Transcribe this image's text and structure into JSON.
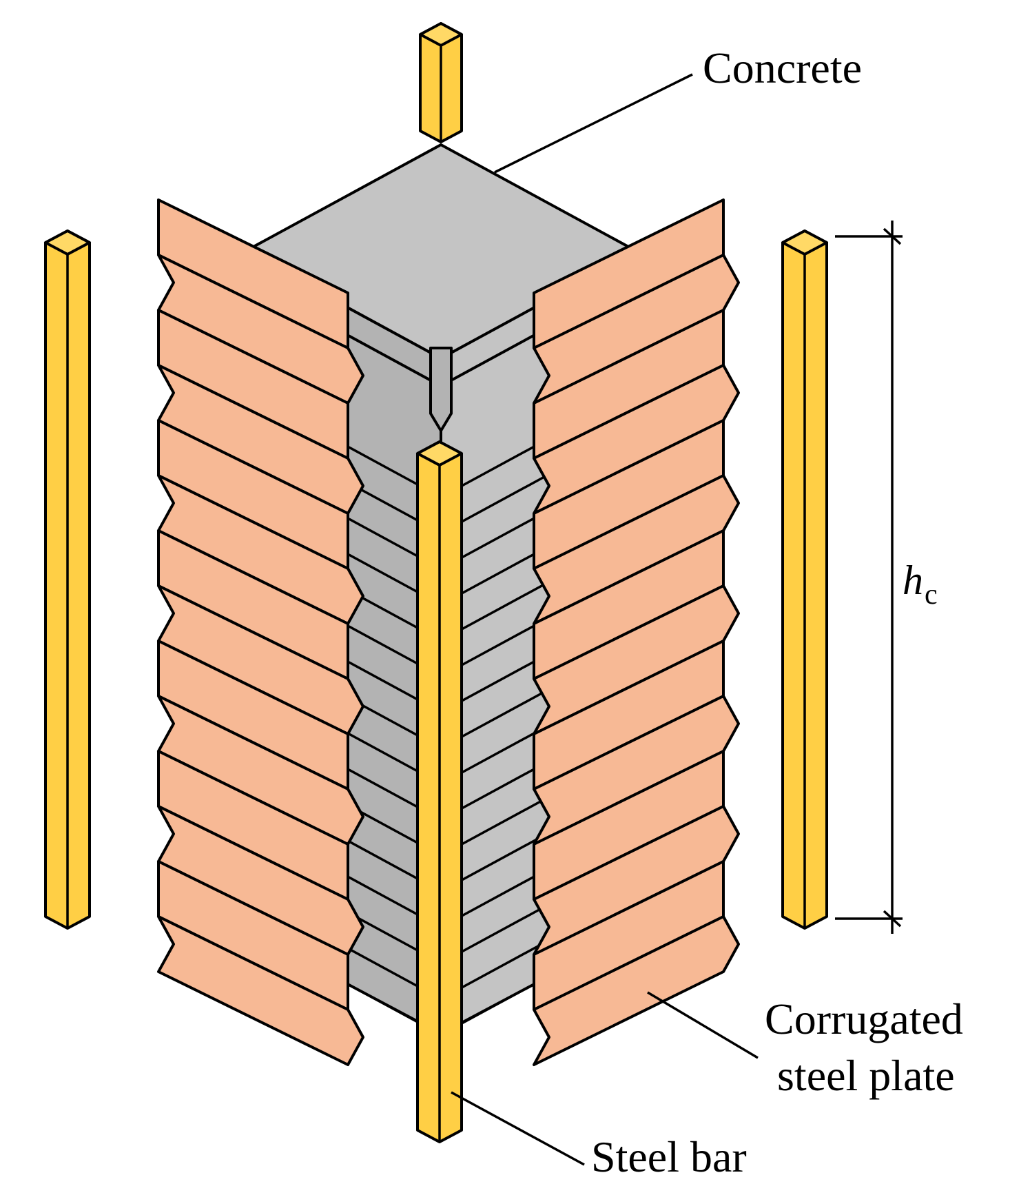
{
  "labels": {
    "concrete": "Concrete",
    "corrugated_line1": "Corrugated",
    "corrugated_line2": "steel plate",
    "steel_bar": "Steel bar",
    "height_symbol": "h",
    "height_subscript": "c"
  },
  "colors": {
    "concrete": "#c4c4c4",
    "steel_plate": "#f7b995",
    "steel_bar": "#ffd966",
    "outline": "#000000"
  }
}
